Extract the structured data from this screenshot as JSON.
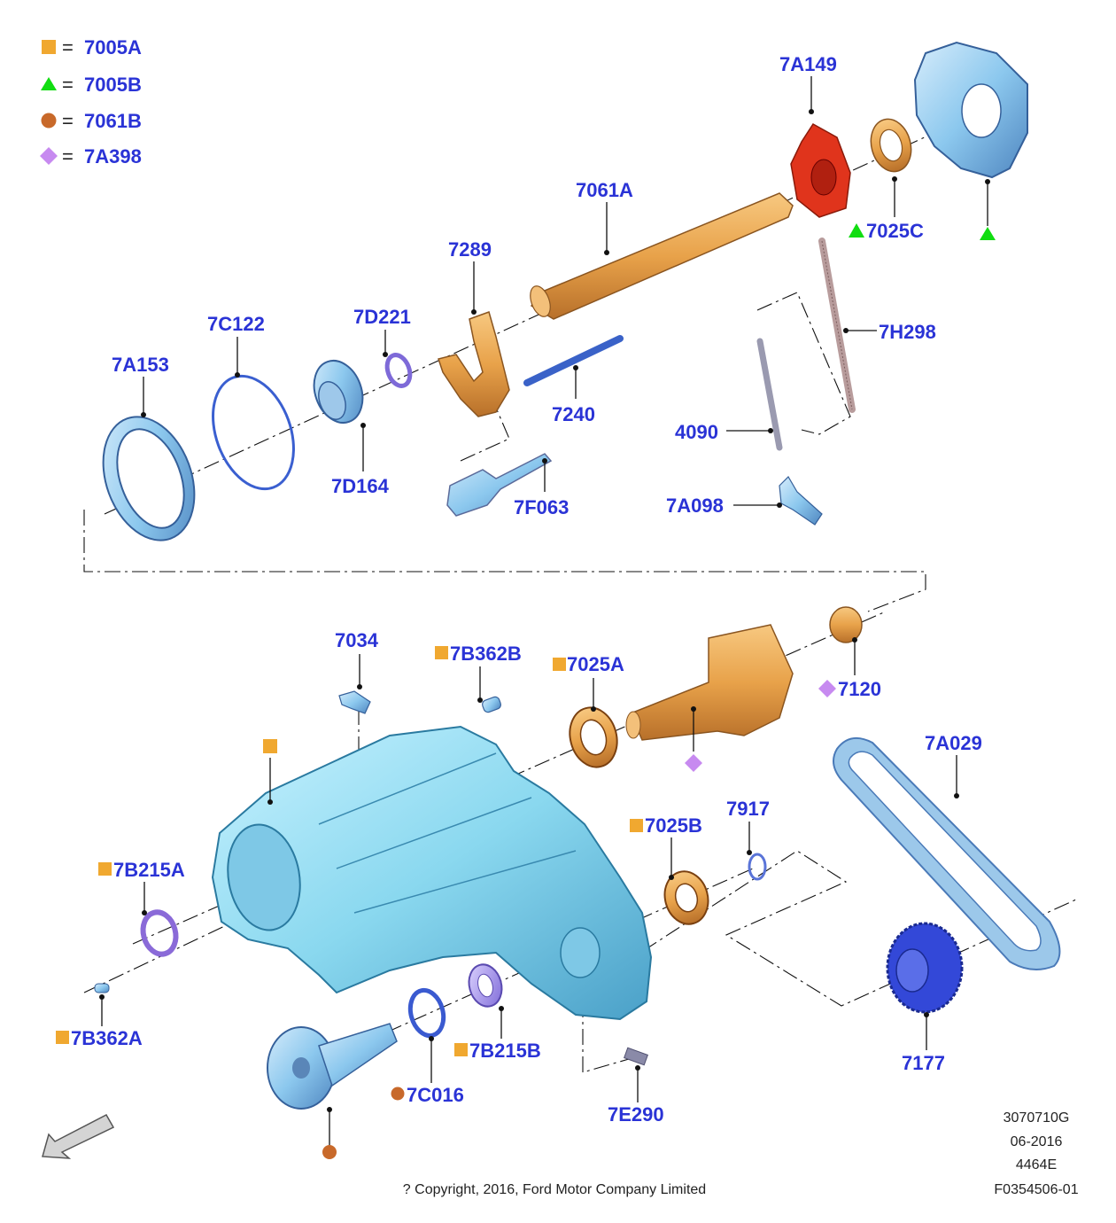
{
  "legend": [
    {
      "shape": "square",
      "color": "#f0a830",
      "eq": "=",
      "code": "7005A"
    },
    {
      "shape": "triangle",
      "color": "#11dd11",
      "eq": "=",
      "code": "7005B"
    },
    {
      "shape": "circle",
      "color": "#c8692a",
      "eq": "=",
      "code": "7061B"
    },
    {
      "shape": "diamond",
      "color": "#c78af0",
      "eq": "=",
      "code": "7A398"
    }
  ],
  "parts": {
    "p7A149": "7A149",
    "p7061A": "7061A",
    "p7025C": "7025C",
    "p7289": "7289",
    "p7H298": "7H298",
    "p7C122": "7C122",
    "p7D221": "7D221",
    "p7A153": "7A153",
    "p7240": "7240",
    "p4090": "4090",
    "p7D164": "7D164",
    "p7F063": "7F063",
    "p7A098": "7A098",
    "p7034": "7034",
    "p7B362B": "7B362B",
    "p7025A": "7025A",
    "p7120": "7120",
    "p7A029": "7A029",
    "p7917": "7917",
    "p7025B": "7025B",
    "p7B215A": "7B215A",
    "p7B362A": "7B362A",
    "p7B215B": "7B215B",
    "p7C016": "7C016",
    "p7E290": "7E290",
    "p7177": "7177"
  },
  "colors": {
    "label": "#2a33d6",
    "orange_part": "#e8a24a",
    "red_part": "#e0341c",
    "blue_part": "#8cc8ee",
    "cyan_case": "#9fe0f2",
    "purple_part": "#a08ae8",
    "dark_blue_gear": "#3348d8"
  },
  "footer": {
    "code1": "3070710G",
    "code2": "06-2016",
    "code3": "4464E",
    "code4": "F0354506-01",
    "copyright": "? Copyright, 2016, Ford Motor Company Limited"
  },
  "icons": {
    "direction": "arrow-icon"
  }
}
